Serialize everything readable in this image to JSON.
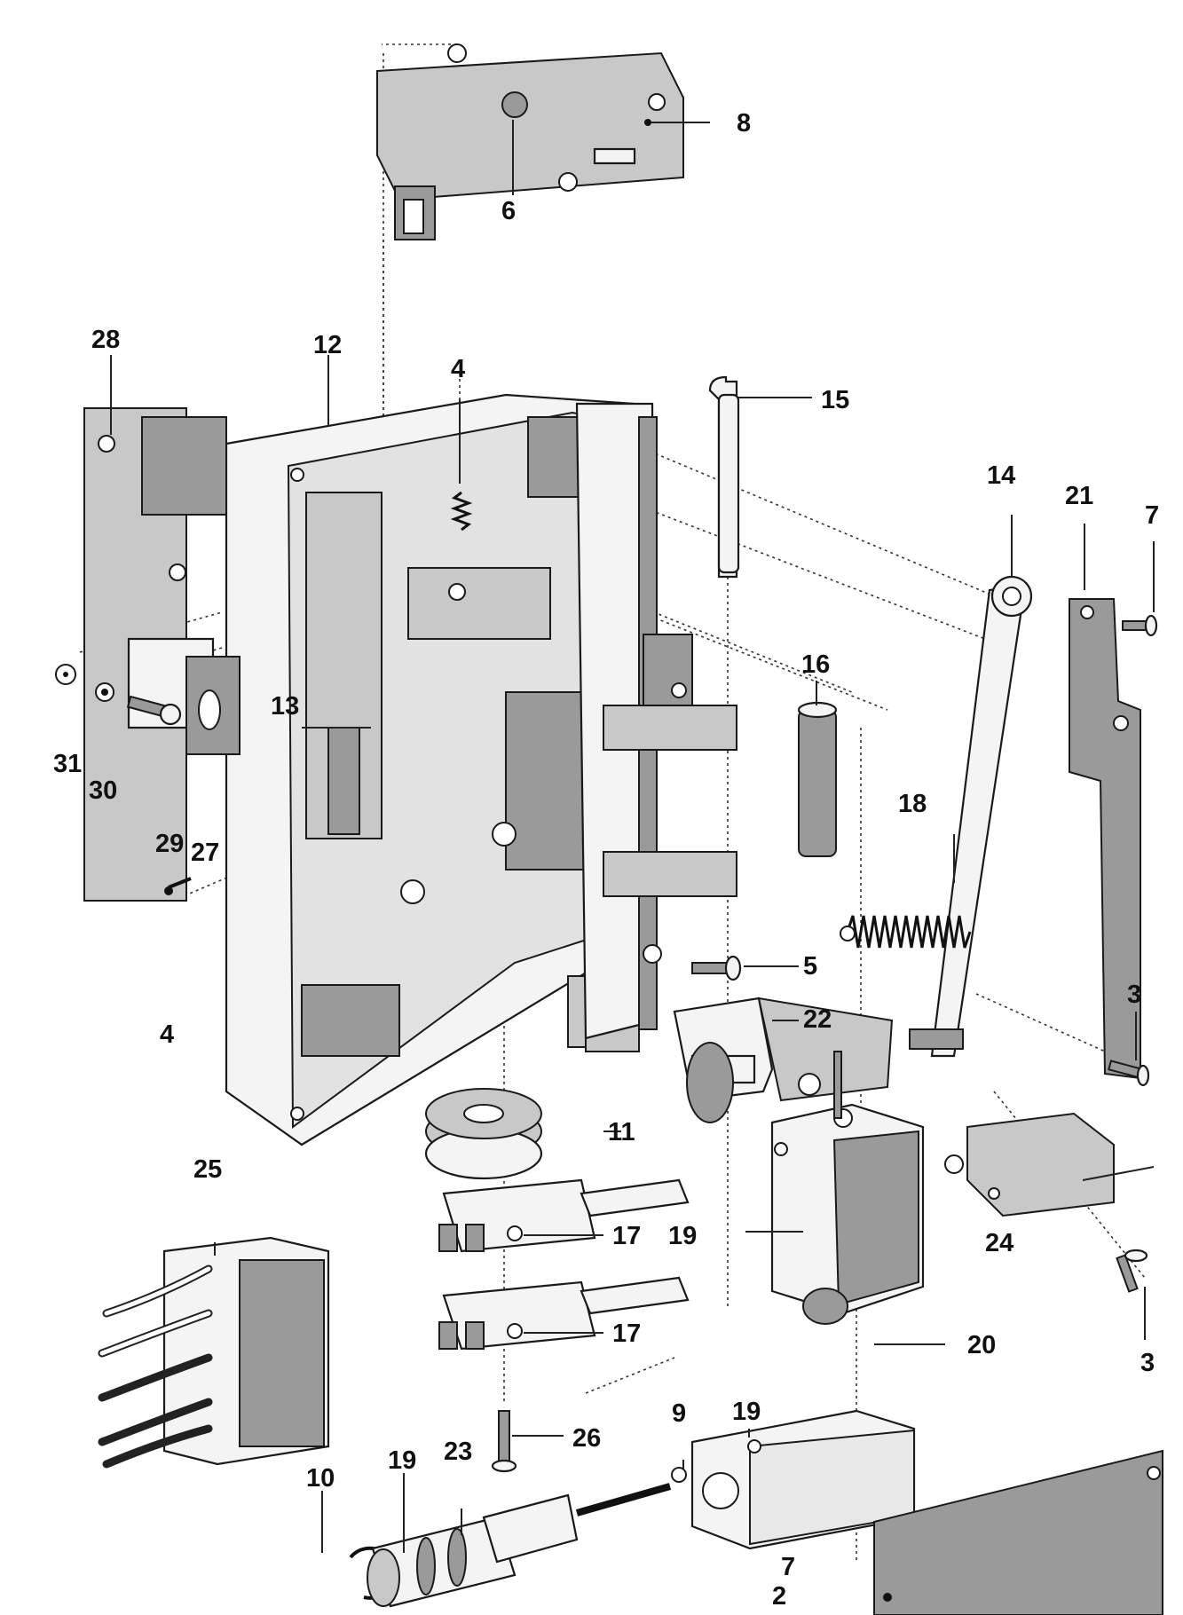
{
  "diagram": {
    "callouts": [
      {
        "id": "c8",
        "text": "8"
      },
      {
        "id": "c6",
        "text": "6"
      },
      {
        "id": "c28",
        "text": "28"
      },
      {
        "id": "c12",
        "text": "12"
      },
      {
        "id": "c4a",
        "text": "4"
      },
      {
        "id": "c15",
        "text": "15"
      },
      {
        "id": "c14",
        "text": "14"
      },
      {
        "id": "c21",
        "text": "21"
      },
      {
        "id": "c7a",
        "text": "7"
      },
      {
        "id": "c13",
        "text": "13"
      },
      {
        "id": "c16",
        "text": "16"
      },
      {
        "id": "c31",
        "text": "31"
      },
      {
        "id": "c30",
        "text": "30"
      },
      {
        "id": "c29",
        "text": "29"
      },
      {
        "id": "c27",
        "text": "27"
      },
      {
        "id": "c18",
        "text": "18"
      },
      {
        "id": "c5",
        "text": "5"
      },
      {
        "id": "c3a",
        "text": "3"
      },
      {
        "id": "c22",
        "text": "22"
      },
      {
        "id": "c4b",
        "text": "4"
      },
      {
        "id": "c11",
        "text": "11"
      },
      {
        "id": "c25",
        "text": "25"
      },
      {
        "id": "c17a",
        "text": "17"
      },
      {
        "id": "c19a",
        "text": "19"
      },
      {
        "id": "c24",
        "text": "24"
      },
      {
        "id": "c17b",
        "text": "17"
      },
      {
        "id": "c20",
        "text": "20"
      },
      {
        "id": "c3b",
        "text": "3"
      },
      {
        "id": "c9",
        "text": "9"
      },
      {
        "id": "c19b",
        "text": "19"
      },
      {
        "id": "c10",
        "text": "10"
      },
      {
        "id": "c19c",
        "text": "19"
      },
      {
        "id": "c23",
        "text": "23"
      },
      {
        "id": "c26",
        "text": "26"
      },
      {
        "id": "c7b",
        "text": "7"
      },
      {
        "id": "c2",
        "text": "2"
      }
    ]
  }
}
